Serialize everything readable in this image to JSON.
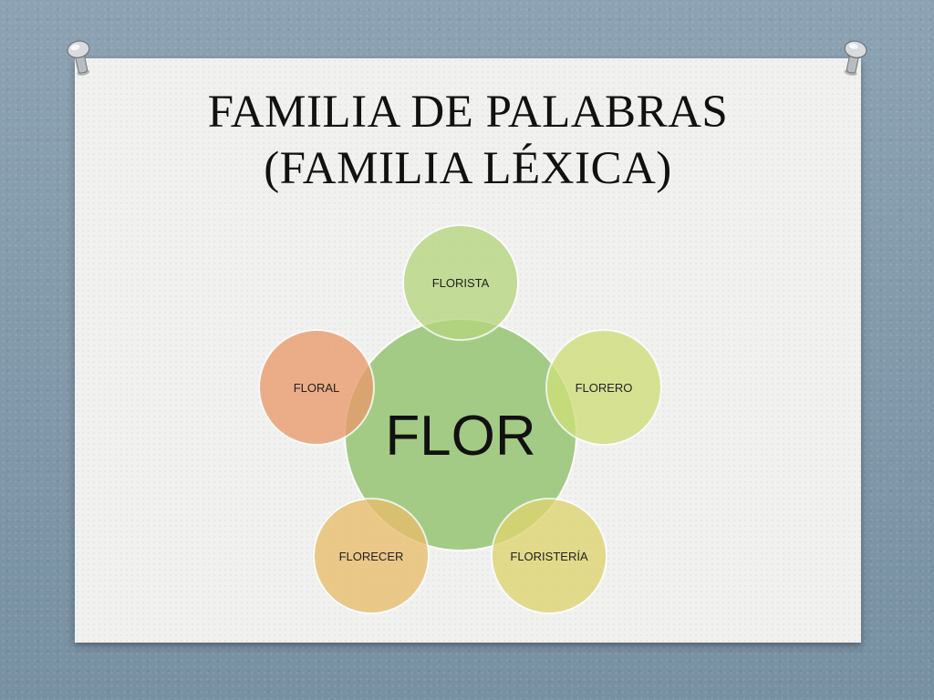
{
  "title": {
    "line1": "FAMILIA DE PALABRAS",
    "line2": "(FAMILIA LÉXICA)"
  },
  "diagram": {
    "center": {
      "label": "FLOR",
      "color": "#9bc77a"
    },
    "nodes": [
      {
        "label": "FLORISTA",
        "color": "#b6d67f"
      },
      {
        "label": "FLORERO",
        "color": "#cfdf79"
      },
      {
        "label": "FLORISTERÍA",
        "color": "#dfd46f"
      },
      {
        "label": "FLORECER",
        "color": "#e9bd6c"
      },
      {
        "label": "FLORAL",
        "color": "#ea9a6c"
      }
    ]
  }
}
